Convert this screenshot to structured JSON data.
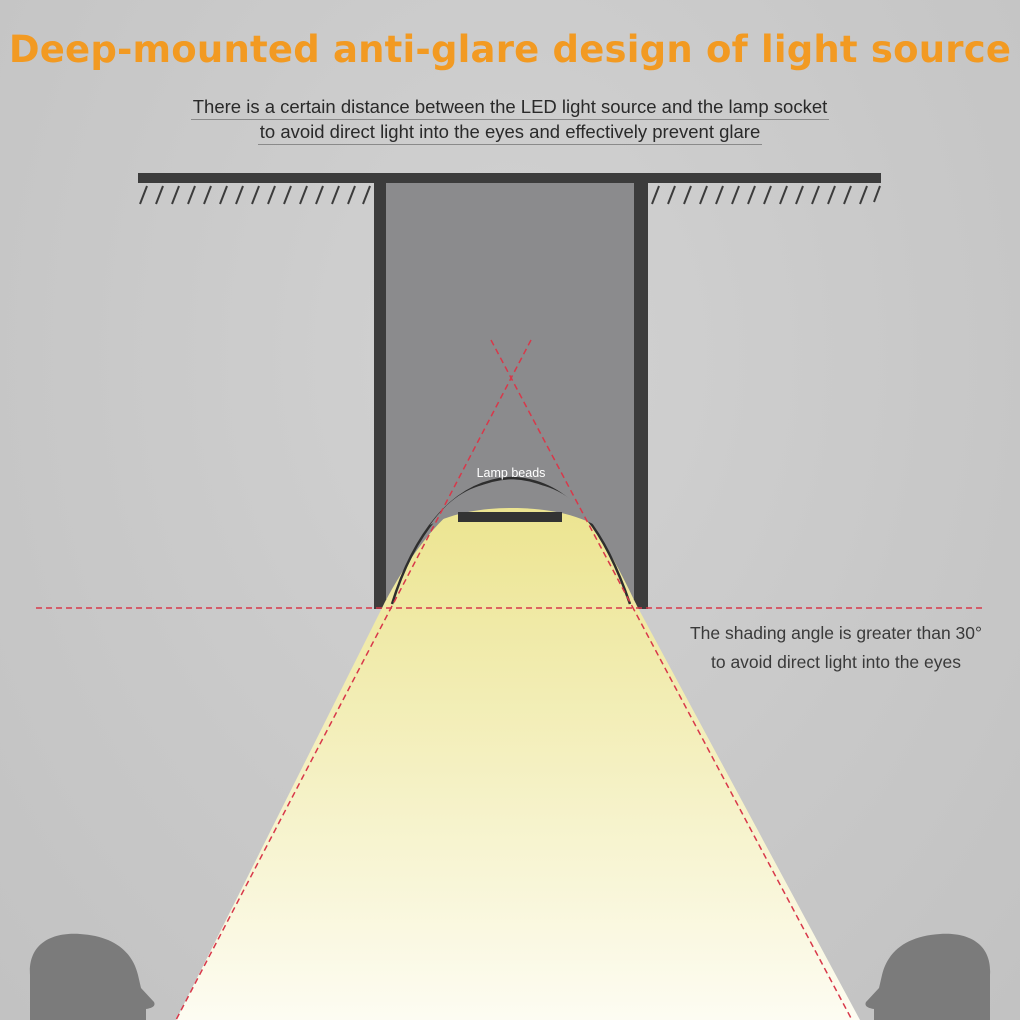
{
  "title": "Deep-mounted anti-glare design of light source",
  "subtitle": {
    "line1": "There is a certain distance between the LED light source and the lamp socket",
    "line2": "to avoid direct light into the eyes and effectively prevent glare"
  },
  "labels": {
    "lamp_beads": "Lamp beads"
  },
  "note": {
    "line1": "The shading angle is greater than 30°",
    "line2": "to avoid direct light into the eyes"
  },
  "colors": {
    "title": "#f29a22",
    "housing": "#3c3c3c",
    "housing_inner": "#8b8b8d",
    "beam": "#f3efb2",
    "guide_line": "#d8384a",
    "silhouette": "#7a7a7a"
  }
}
